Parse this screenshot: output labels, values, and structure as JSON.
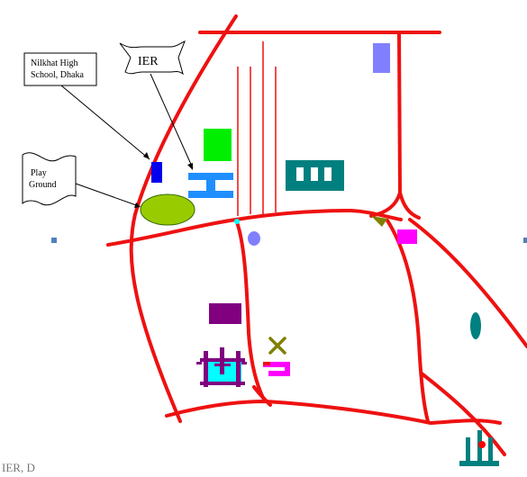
{
  "labels": {
    "school_line1": "Nilkhat High",
    "school_line2": "School, Dhaka",
    "ier": "IER",
    "play_line1": "Play",
    "play_line2": "Ground",
    "footer": "IER, D"
  },
  "colors": {
    "road": "#ee1111",
    "school": "#0000ee",
    "ier_building": "#1f8fff",
    "green_block": "#00ee00",
    "teal_building": "#007f7f",
    "periwinkle": "#8080ff",
    "play_ground": "#99cc00",
    "magenta": "#ff00ff",
    "purple": "#800080",
    "olive": "#808000",
    "cyan": "#00ffff",
    "red_dot": "#ff0000"
  }
}
